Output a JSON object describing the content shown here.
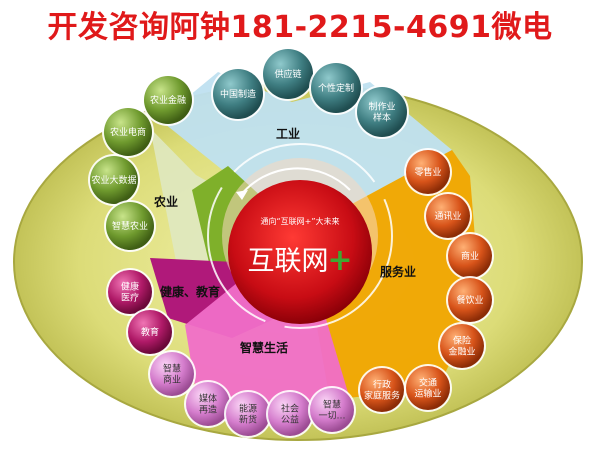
{
  "banner": "开发咨询阿钟181-2215-4691微电",
  "hub": {
    "top_text": "通向“互联网+”大未来",
    "title": "互联网",
    "plus": "+"
  },
  "sectors": {
    "industry": "工业",
    "agriculture": "农业",
    "services": "服务业",
    "health_education": "健康、教育",
    "smart_life": "智慧生活"
  },
  "nodes": {
    "industry": [
      [
        "中国制造"
      ],
      [
        "供应链"
      ],
      [
        "个性定制"
      ],
      [
        "制作业",
        "样本"
      ]
    ],
    "agriculture": [
      [
        "农业金融"
      ],
      [
        "农业电商"
      ],
      [
        "农业大数据"
      ],
      [
        "智慧农业"
      ]
    ],
    "services": [
      [
        "零售业"
      ],
      [
        "通讯业"
      ],
      [
        "商业"
      ],
      [
        "餐饮业"
      ],
      [
        "保险",
        "金融业"
      ],
      [
        "交通",
        "运输业"
      ],
      [
        "行政",
        "家庭服务"
      ]
    ],
    "health_education": [
      [
        "健康",
        "医疗"
      ],
      [
        "教育"
      ]
    ],
    "smart_life": [
      [
        "智慧",
        "商业"
      ],
      [
        "媒体",
        "再造"
      ],
      [
        "能源",
        "新货"
      ],
      [
        "社会",
        "公益"
      ],
      [
        "智慧",
        "一切…"
      ]
    ]
  },
  "colors": {
    "industry": "#bfe0f0",
    "agriculture": "#7fb02a",
    "services": "#f0a500",
    "health_education": "#b0197a",
    "smart_life": "#f06ec8",
    "hub": "#d4101a",
    "ellipse": "#d8d86a",
    "node_industry": "#3f7e82",
    "node_agriculture": "#7aa33a",
    "node_services": "#d85a14",
    "node_health": "#b01a68",
    "node_smart": "#d878d0"
  }
}
